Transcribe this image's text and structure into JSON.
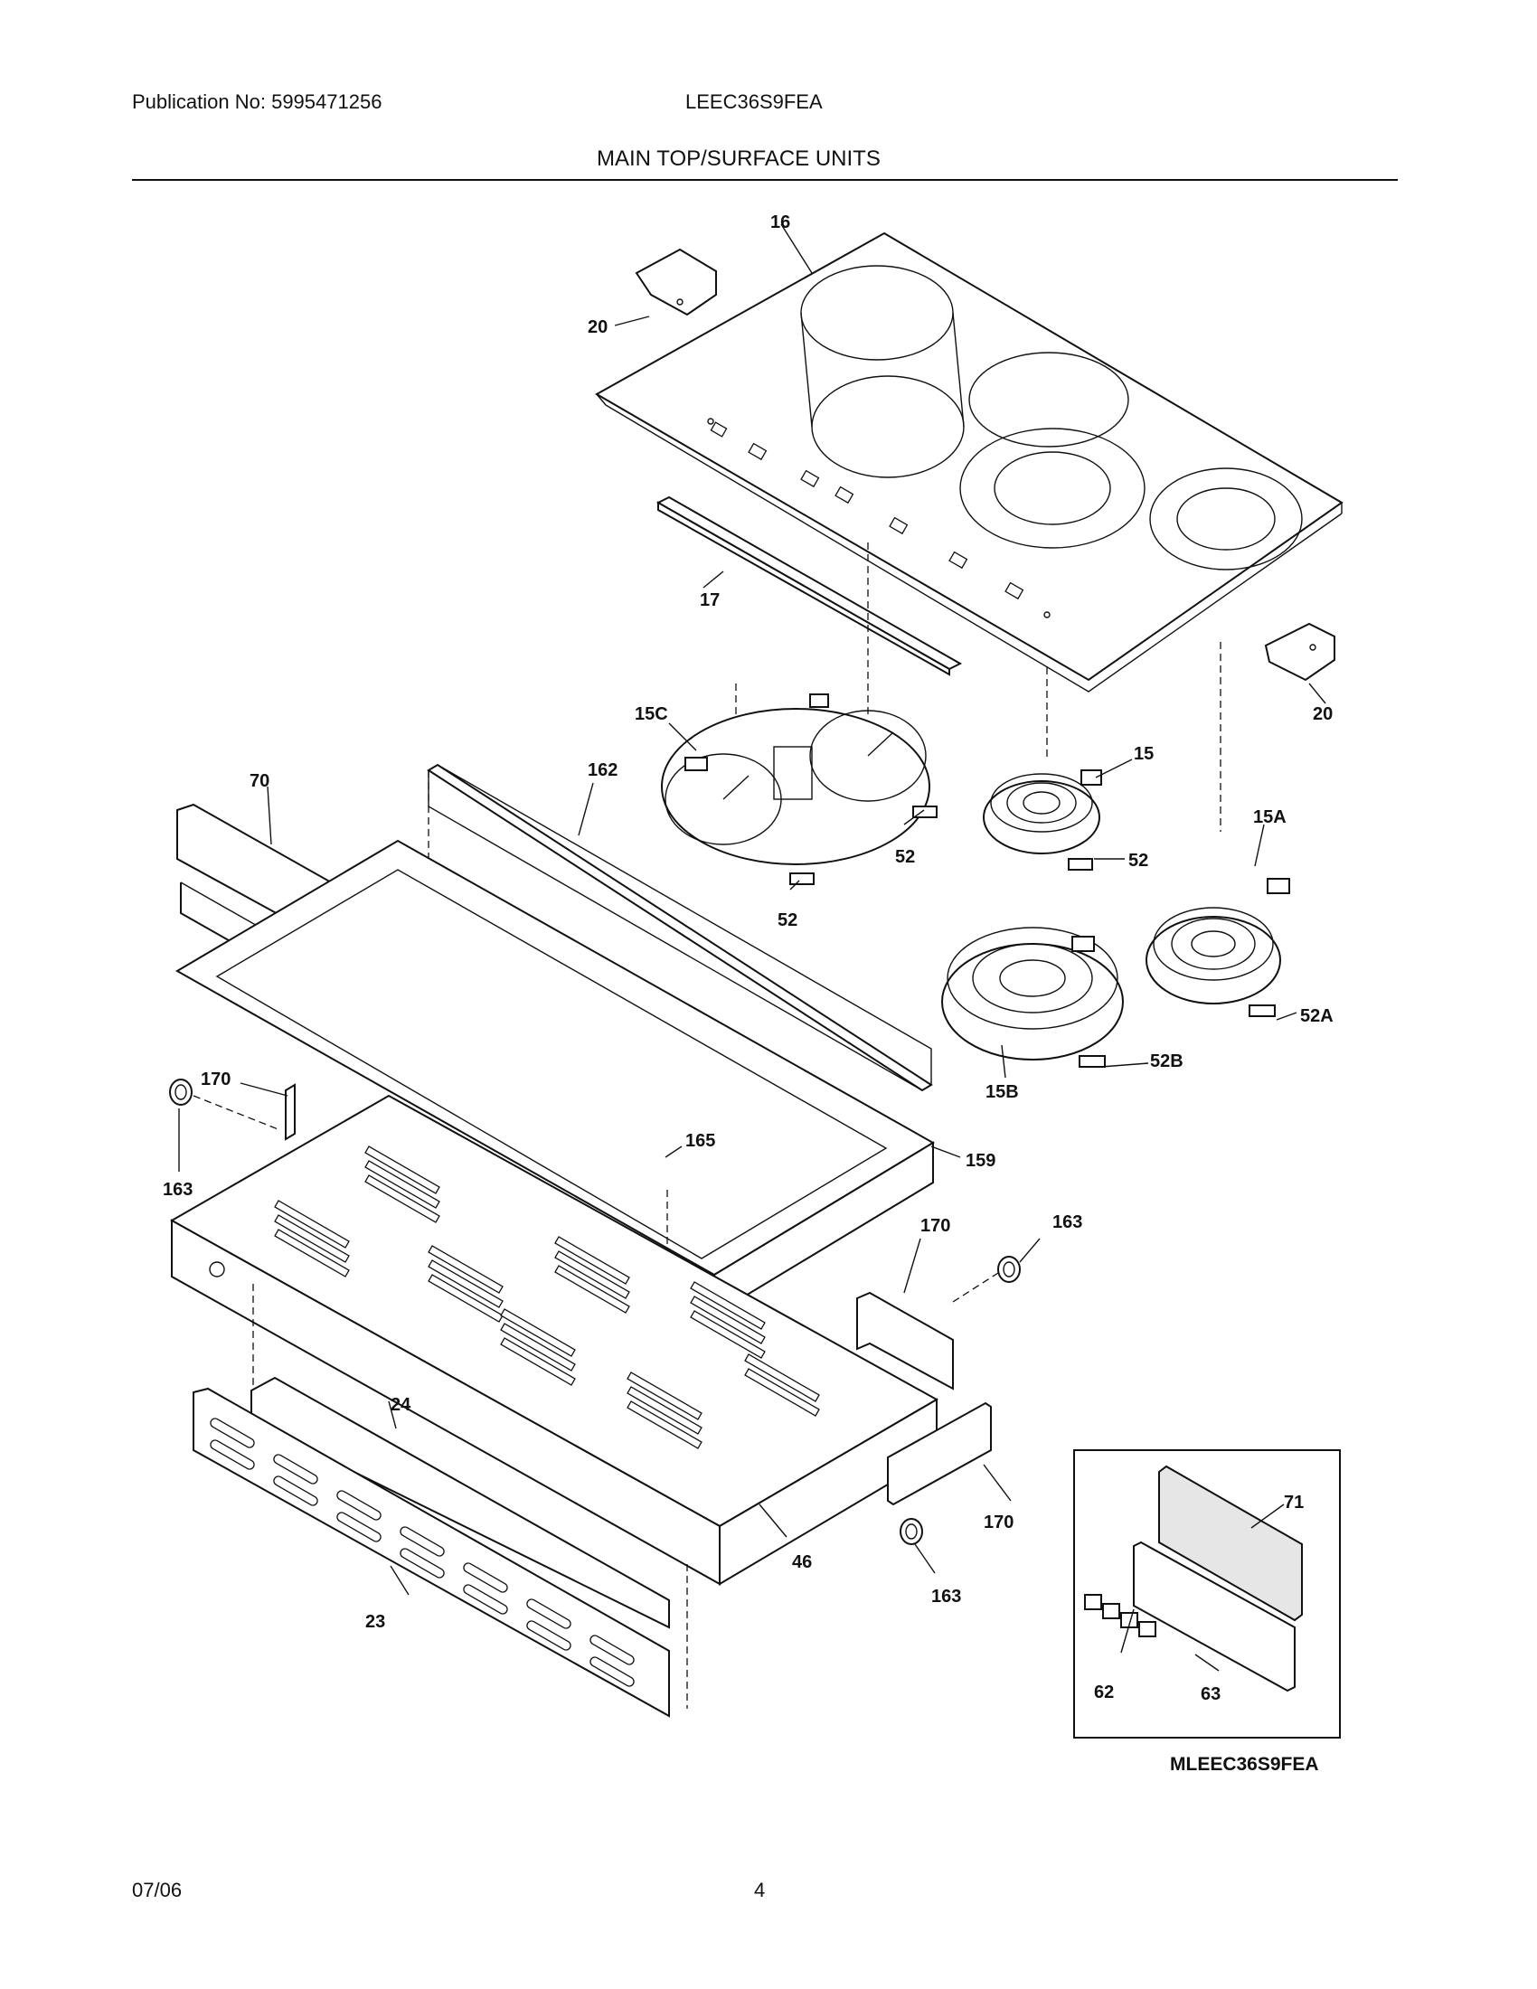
{
  "header": {
    "publication": "Publication No: 5995471256",
    "model": "LEEC36S9FEA",
    "section_title": "MAIN TOP/SURFACE UNITS"
  },
  "footer": {
    "date": "07/06",
    "page_number": "4"
  },
  "diagram": {
    "drawing_code": "MLEEC36S9FEA",
    "part_labels": [
      "16",
      "20",
      "17",
      "20",
      "15C",
      "15",
      "52",
      "15A",
      "70",
      "162",
      "52",
      "52",
      "52A",
      "52B",
      "15B",
      "170",
      "165",
      "159",
      "163",
      "170",
      "163",
      "24",
      "170",
      "46",
      "163",
      "23",
      "71",
      "62",
      "63"
    ]
  }
}
